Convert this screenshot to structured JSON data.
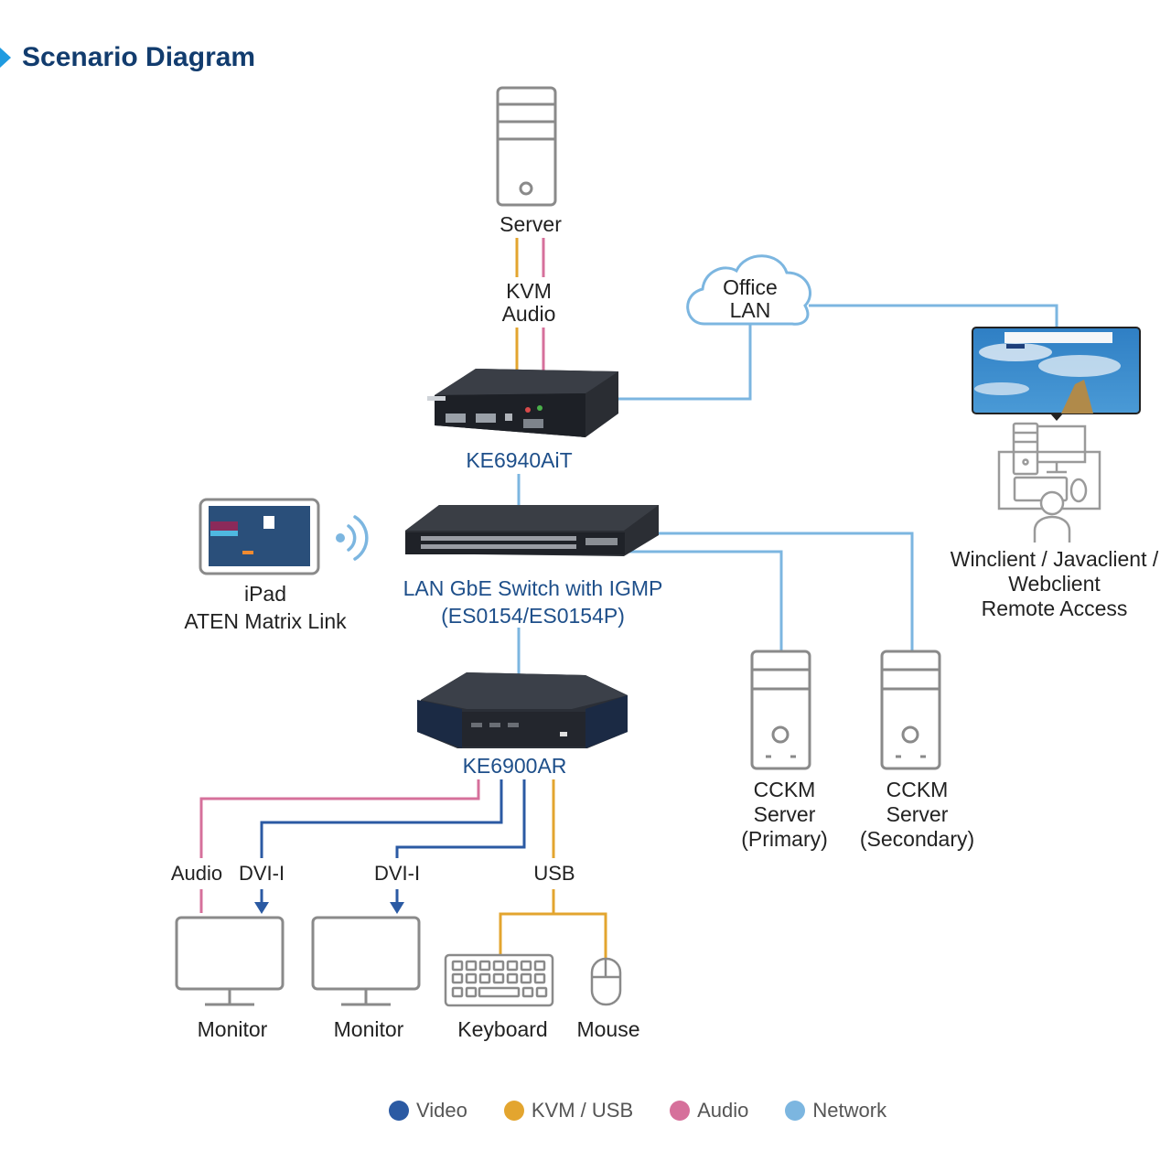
{
  "header": {
    "title": "Scenario Diagram"
  },
  "colors": {
    "video": "#2b5aa3",
    "kvm_usb": "#e3a52f",
    "audio": "#d6709b",
    "network": "#7cb6e0",
    "icon_stroke": "#8a8a8a",
    "title": "#123c6e",
    "label_blue": "#1e4f8a"
  },
  "nodes": {
    "server": {
      "label": "Server"
    },
    "server_link": {
      "line1": "KVM",
      "line2": "Audio"
    },
    "transmitter": {
      "label": "KE6940AiT"
    },
    "office_lan": {
      "line1": "Office",
      "line2": "LAN"
    },
    "switch": {
      "line1": "LAN GbE Switch with IGMP",
      "line2": "(ES0154/ES0154P)"
    },
    "ipad": {
      "line1": "iPad",
      "line2": "ATEN Matrix Link"
    },
    "receiver": {
      "label": "KE6900AR"
    },
    "remote": {
      "line1": "Winclient / Javaclient /",
      "line2": "Webclient",
      "line3": "Remote Access"
    },
    "cckm_primary": {
      "line1": "CCKM",
      "line2": "Server",
      "line3": "(Primary)"
    },
    "cckm_secondary": {
      "line1": "CCKM",
      "line2": "Server",
      "line3": "(Secondary)"
    },
    "monitor1": {
      "label": "Monitor"
    },
    "monitor2": {
      "label": "Monitor"
    },
    "keyboard": {
      "label": "Keyboard"
    },
    "mouse": {
      "label": "Mouse"
    }
  },
  "connection_labels": {
    "audio": "Audio",
    "dvi1": "DVI-I",
    "dvi2": "DVI-I",
    "usb": "USB"
  },
  "legend": [
    {
      "label": "Video",
      "color": "#2b5aa3"
    },
    {
      "label": "KVM / USB",
      "color": "#e3a52f"
    },
    {
      "label": "Audio",
      "color": "#d6709b"
    },
    {
      "label": "Network",
      "color": "#7cb6e0"
    }
  ]
}
